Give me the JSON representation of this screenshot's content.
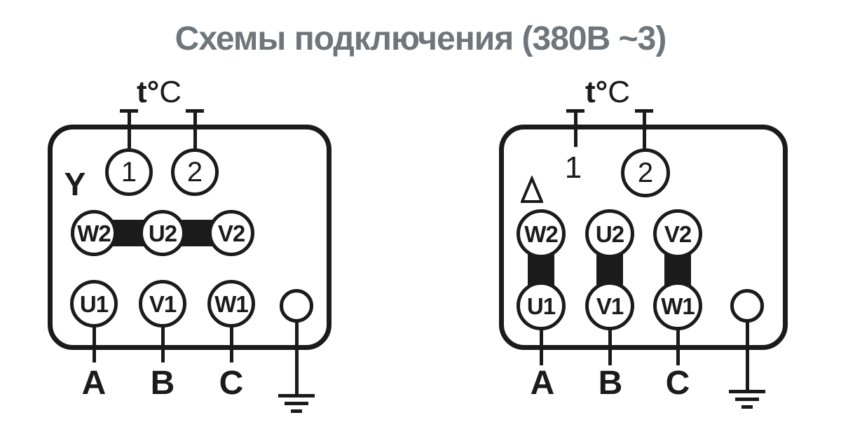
{
  "title": "Схемы подключения (380В ~3)",
  "colors": {
    "title": "#6e757b",
    "ink": "#1b1b1b",
    "background": "#ffffff"
  },
  "diagrams": [
    {
      "connection": "star",
      "connection_symbol": "Y",
      "thermal_sensor": {
        "label_bold": "t°",
        "label_regular": "C"
      },
      "thermal_terminals": [
        "1",
        "2"
      ],
      "bridge_terminals": [
        "W2",
        "U2",
        "V2"
      ],
      "phase_terminals": [
        "U1",
        "V1",
        "W1"
      ],
      "line_labels": [
        "A",
        "B",
        "C"
      ],
      "icons": {
        "ground": "earth-ground-icon",
        "symbol": "star-y-symbol"
      }
    },
    {
      "connection": "delta",
      "connection_symbol": "Δ",
      "thermal_sensor": {
        "label_bold": "t°",
        "label_regular": "C"
      },
      "thermal_terminals": [
        "1",
        "2"
      ],
      "bridge_terminals": [
        "W2",
        "U2",
        "V2"
      ],
      "phase_terminals": [
        "U1",
        "V1",
        "W1"
      ],
      "line_labels": [
        "A",
        "B",
        "C"
      ],
      "icons": {
        "ground": "earth-ground-icon",
        "symbol": "delta-triangle-icon"
      }
    }
  ]
}
